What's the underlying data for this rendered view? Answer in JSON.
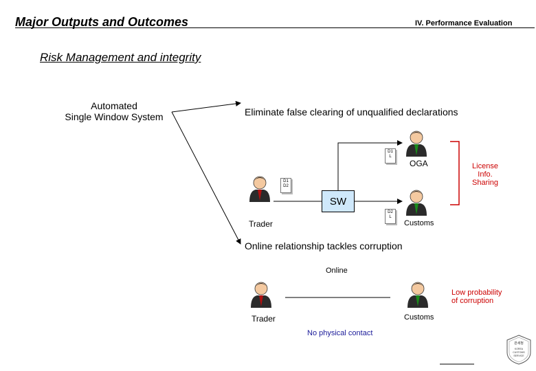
{
  "header": {
    "title": "Major Outputs and Outcomes",
    "section": "IV. Performance Evaluation"
  },
  "subtitle": "Risk Management and integrity",
  "system_label": [
    "Automated",
    "Single Window System"
  ],
  "top_flow": {
    "heading": "Eliminate false clearing of unqualified declarations",
    "sw_label": "SW",
    "trader_label": "Trader",
    "oga_label": "OGA",
    "customs_label": "Customs",
    "sharing_label": [
      "License",
      "Info.",
      "Sharing"
    ],
    "doc_trader": [
      "D1",
      "D2"
    ],
    "doc_oga": [
      "D1",
      "L"
    ],
    "doc_customs": [
      "D2",
      "L"
    ]
  },
  "bottom_flow": {
    "heading": "Online relationship tackles corruption",
    "online_label": "Online",
    "trader_label": "Trader",
    "customs_label": "Customs",
    "outcome_label": [
      "Low probability",
      "of corruption"
    ],
    "contact_label": "No physical contact"
  },
  "seal_text": [
    "관세청",
    "KOREA",
    "CUSTOMS",
    "SERVICE"
  ],
  "colors": {
    "sw_box": "#cfe8fb",
    "outcome_text": "#cc0000",
    "contact_text": "#1a1a99",
    "trader_tie": "#b01010",
    "official_tie": "#1a8a1a"
  }
}
